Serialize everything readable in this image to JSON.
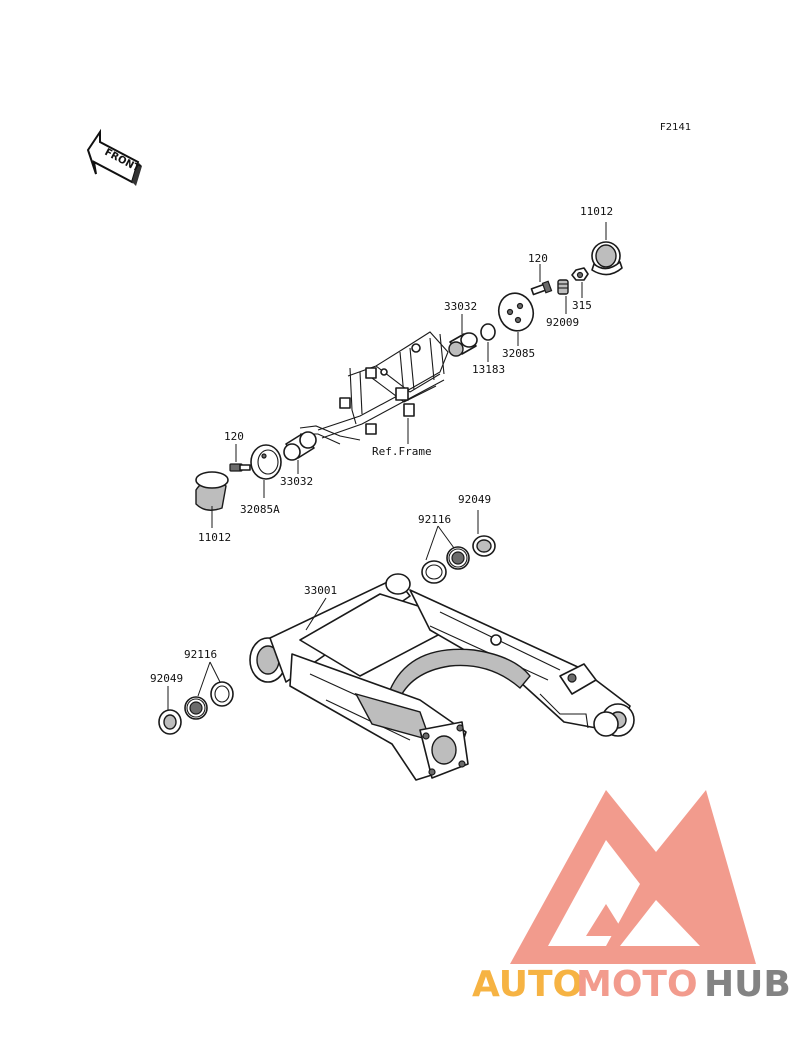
{
  "figure_code": "F2141",
  "front_arrow_text": "FRONT",
  "labels": {
    "p11012_top": "11012",
    "p120_top": "120",
    "p315": "315",
    "p92009": "92009",
    "p33032_top": "33032",
    "p32085": "32085",
    "p13183": "13183",
    "ref_frame": "Ref.Frame",
    "p120_left": "120",
    "p33032_left": "33032",
    "p32085A": "32085A",
    "p11012_left": "11012",
    "p92049_right": "92049",
    "p92116_right": "92116",
    "p33001": "33001",
    "p92116_left": "92116",
    "p92049_left": "92049"
  },
  "watermark": {
    "text_part1": "AUTO",
    "text_part2": "MOTO",
    "text_part3": "HUB",
    "color_orange": "#f5a623",
    "color_salmon": "#f08a7a",
    "color_gray": "#6e6e6e"
  }
}
